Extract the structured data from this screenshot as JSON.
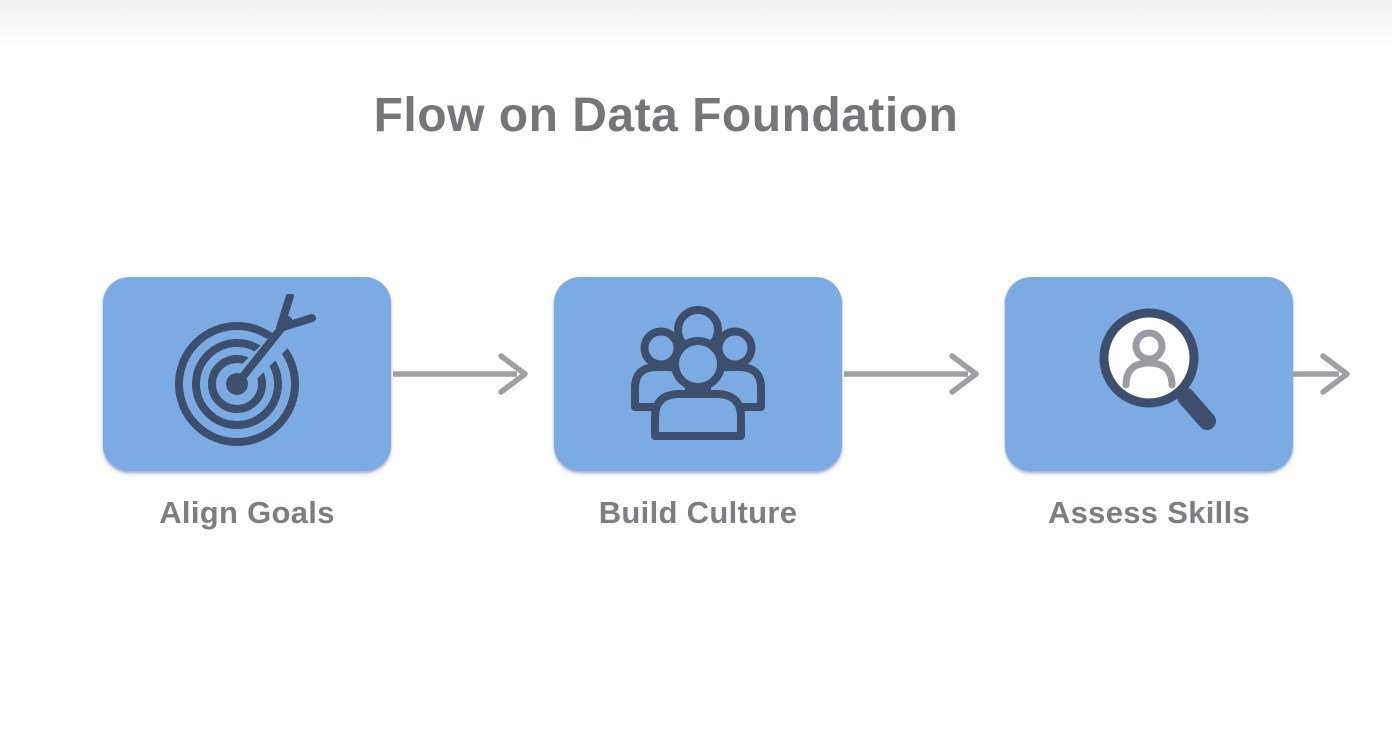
{
  "title": "Flow on Data Foundation",
  "colors": {
    "background": "#ffffff",
    "top_band": "#f1f1f1",
    "box_fill": "#7cabe3",
    "icon_stroke": "#3e4e6d",
    "arrow": "#9fa0a3",
    "title_text": "#74767a",
    "label_text": "#7c7e82",
    "lens_fill": "#ffffff",
    "person_gray": "#9b9ba1"
  },
  "steps": [
    {
      "label": "Align Goals",
      "icon": "target-arrow-icon"
    },
    {
      "label": "Build Culture",
      "icon": "people-group-icon"
    },
    {
      "label": "Assess Skills",
      "icon": "person-search-icon"
    }
  ]
}
